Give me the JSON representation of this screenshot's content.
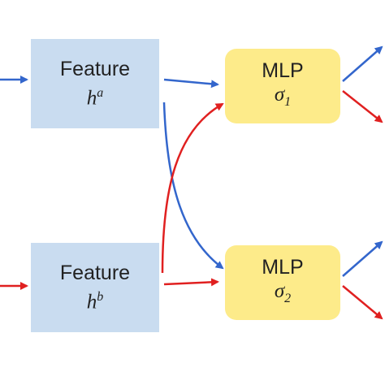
{
  "colors": {
    "feature_fill": "#c9dcf0",
    "mlp_fill": "#fdeb8a",
    "blue_arrow": "#3366cc",
    "red_arrow": "#e02020"
  },
  "feature_a": {
    "title": "Feature",
    "var": "h",
    "sup": "a"
  },
  "feature_b": {
    "title": "Feature",
    "var": "h",
    "sup": "b"
  },
  "mlp_1": {
    "title": "MLP",
    "var": "σ",
    "sub": "1"
  },
  "mlp_2": {
    "title": "MLP",
    "var": "σ",
    "sub": "2"
  }
}
